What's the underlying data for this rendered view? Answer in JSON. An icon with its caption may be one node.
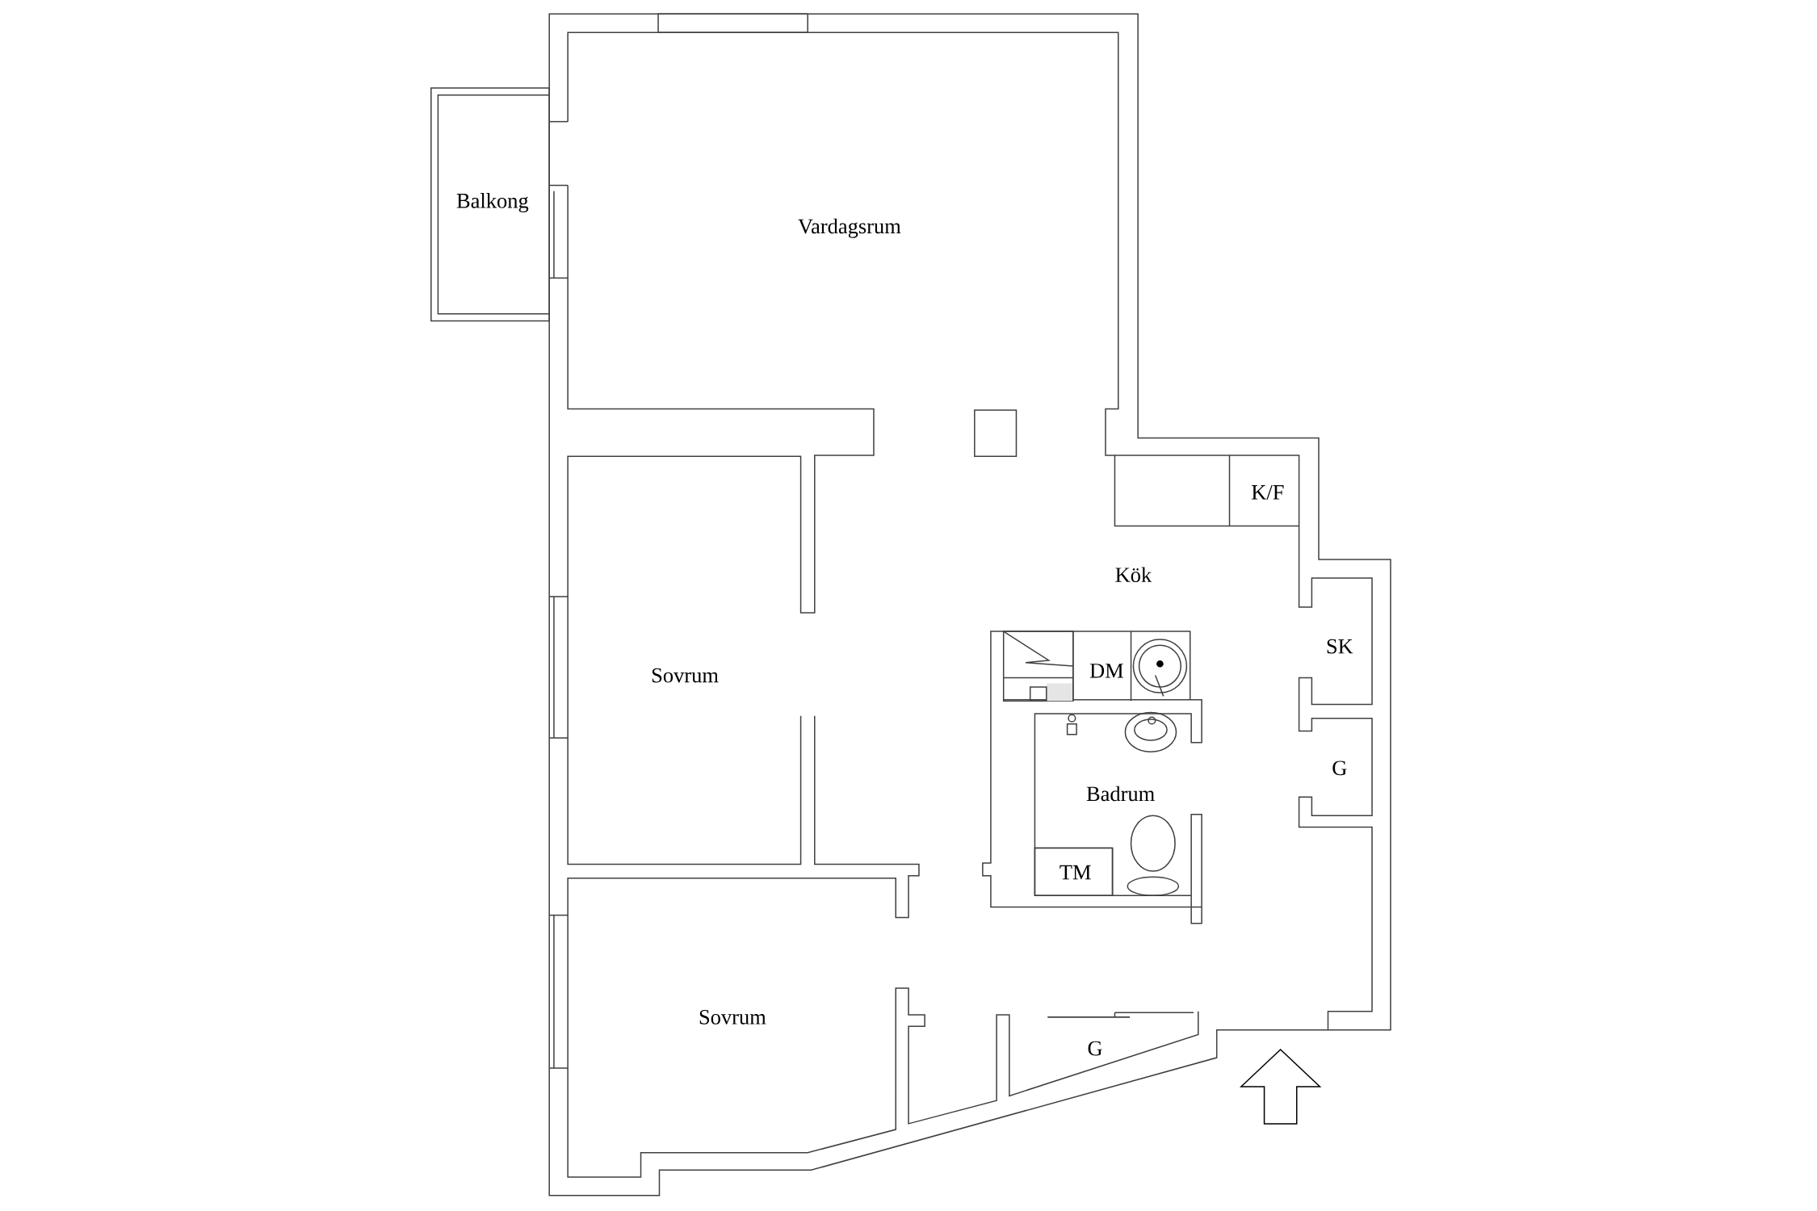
{
  "diagram": {
    "labels": [
      "Balkong",
      "Vardagsrum",
      "K/F",
      "Kök",
      "SK",
      "DM",
      "Sovrum",
      "G",
      "Badrum",
      "TM",
      "Sovrum",
      "G"
    ]
  }
}
